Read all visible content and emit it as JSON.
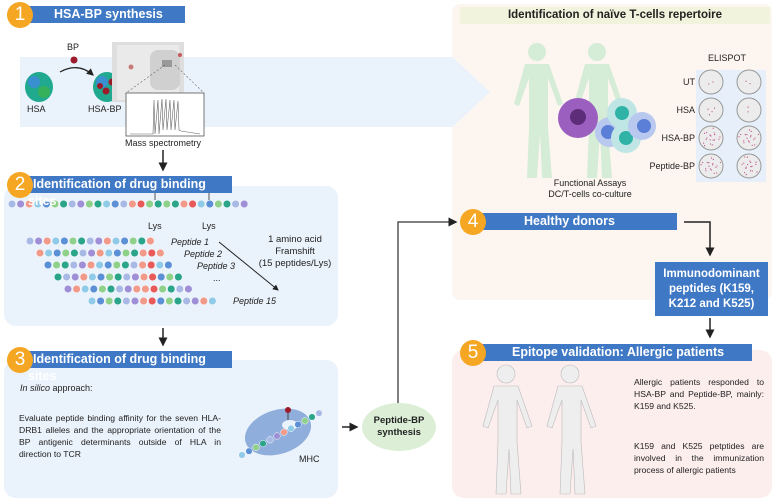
{
  "step1": {
    "number": "1",
    "title": "HSA-BP synthesis",
    "bp_label": "BP",
    "hsa_label": "HSA",
    "hsa_bp_label": "HSA-BP",
    "ms_label": "Mass spectrometry"
  },
  "step2": {
    "number": "2",
    "title": "Identification of drug binding sites",
    "lys_labels": [
      "Lys",
      "Lys"
    ],
    "peptides": [
      "Peptide 1",
      "Peptide 2",
      "Peptide 3",
      "...",
      "Peptide 15"
    ],
    "frameshift": [
      "1 amino acid",
      "Framshift",
      "(15 peptides/Lys)"
    ]
  },
  "step3": {
    "number": "3",
    "title": "Identification of drug binding sites",
    "approach_italic": "In silico",
    "approach_rest": " approach:",
    "description": "Evaluate peptide binding affinity for the seven HLA-DRB1 alleles and the appropriate orientation of the BP antigenic determinants outside of HLA in direction to TCR",
    "mhc_label": "MHC"
  },
  "synthesis": {
    "label": "Peptide-BP synthesis"
  },
  "naive": {
    "title": "Identification of naïve T-cells repertoire",
    "assay_line1": "Functional Assays",
    "assay_line2": "DC/T-cells co-culture",
    "elispot_title": "ELISPOT",
    "elispot_rows": [
      "UT",
      "HSA",
      "HSA-BP",
      "Peptide-BP"
    ]
  },
  "step4": {
    "number": "4",
    "title": "Healthy donors",
    "immunodominant": "Immunodominant peptides (K159, K212 and K525)"
  },
  "step5": {
    "number": "5",
    "title": "Epitope validation: Allergic patients",
    "text1": "Allergic patients responded to HSA-BP and Peptide-BP, mainly: K159 and K525.",
    "text2": "K159 and K525 petptides are involved in the immunization process of allergic patients"
  },
  "colors": {
    "title_bar": "#3f78c4",
    "badge": "#f5a623",
    "blue_panel": "#eaf2fb",
    "peach_panel": "#fdf6f0",
    "pink_panel": "#fdeeee",
    "synthesis_bg": "#dcefd6",
    "naive_title_bg": "#f1f3dc"
  }
}
